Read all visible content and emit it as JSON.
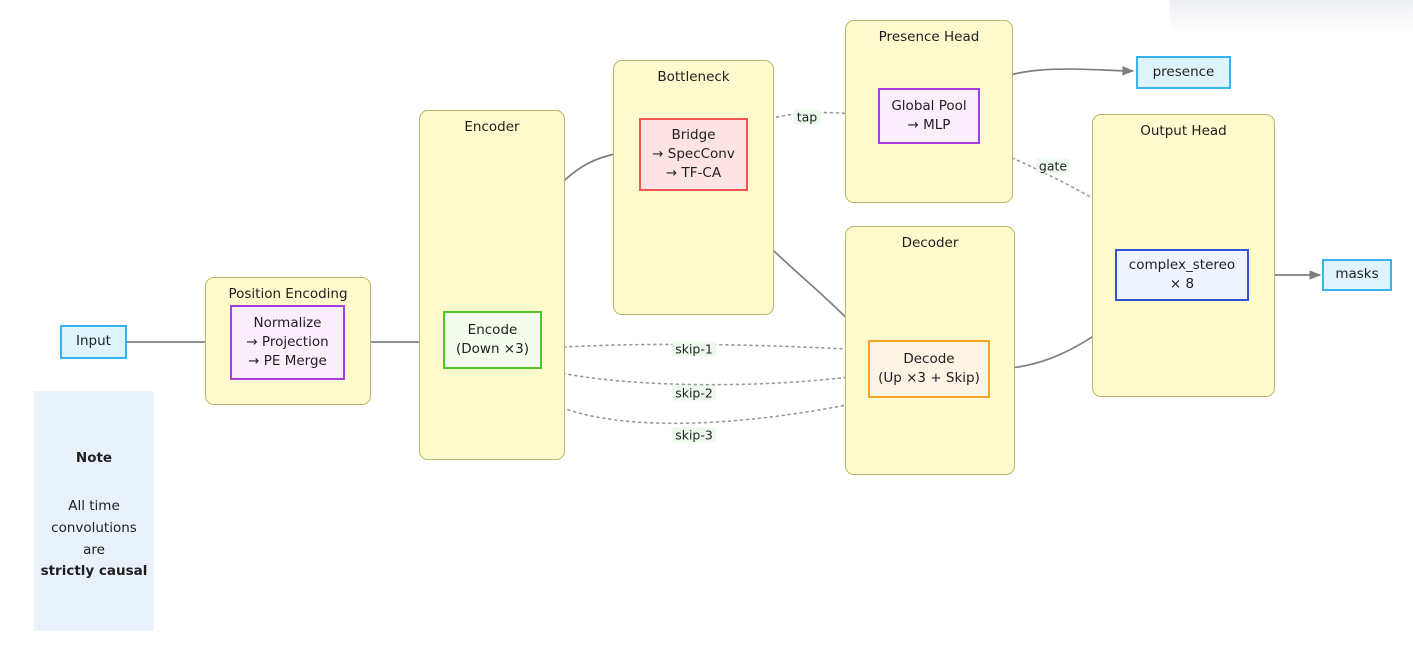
{
  "diagram": {
    "title_band": "",
    "clusters": [
      {
        "id": "position_encoding",
        "label": "Position Encoding"
      },
      {
        "id": "encoder",
        "label": "Encoder"
      },
      {
        "id": "bottleneck",
        "label": "Bottleneck"
      },
      {
        "id": "presence_head",
        "label": "Presence Head"
      },
      {
        "id": "decoder",
        "label": "Decoder"
      },
      {
        "id": "output_head",
        "label": "Output Head"
      }
    ],
    "nodes": [
      {
        "id": "input",
        "lines": [
          "Input"
        ],
        "style": "io"
      },
      {
        "id": "normalize",
        "lines": [
          "Normalize",
          "→ Projection",
          "→ PE Merge"
        ],
        "style": "purple"
      },
      {
        "id": "encode",
        "lines": [
          "Encode",
          "(Down ×3)"
        ],
        "style": "green"
      },
      {
        "id": "bridge",
        "lines": [
          "Bridge",
          "→ SpecConv",
          "→ TF-CA"
        ],
        "style": "red"
      },
      {
        "id": "global_pool",
        "lines": [
          "Global Pool",
          "→ MLP"
        ],
        "style": "purple"
      },
      {
        "id": "presence",
        "lines": [
          "presence"
        ],
        "style": "io"
      },
      {
        "id": "decode",
        "lines": [
          "Decode",
          "(Up ×3 + Skip)"
        ],
        "style": "orange"
      },
      {
        "id": "complex_stereo",
        "lines": [
          "complex_stereo",
          "× 8"
        ],
        "style": "blue"
      },
      {
        "id": "masks",
        "lines": [
          "masks"
        ],
        "style": "io"
      }
    ],
    "edge_labels": [
      {
        "id": "tap",
        "text": "tap"
      },
      {
        "id": "gate",
        "text": "gate"
      },
      {
        "id": "skip1",
        "text": "skip-1"
      },
      {
        "id": "skip2",
        "text": "skip-2"
      },
      {
        "id": "skip3",
        "text": "skip-3"
      }
    ],
    "note": {
      "title": "Note",
      "line1": "All time",
      "line2": "convolutions",
      "line3": "are",
      "line4": "strictly causal"
    },
    "colors": {
      "cluster_fill": "#fdfbcd",
      "cluster_border": "#bdb76b",
      "io_fill": "#e0f4fd",
      "io_border": "#37b4ef",
      "purple_fill": "#faeefc",
      "purple_border": "#a540e0",
      "green_border": "#53c62b",
      "red_border": "#f4554f",
      "orange_border": "#f5a623",
      "blue_border": "#2f54cf",
      "edge_stroke": "#7f7f7f",
      "note_fill": "#e9f1fb"
    }
  }
}
